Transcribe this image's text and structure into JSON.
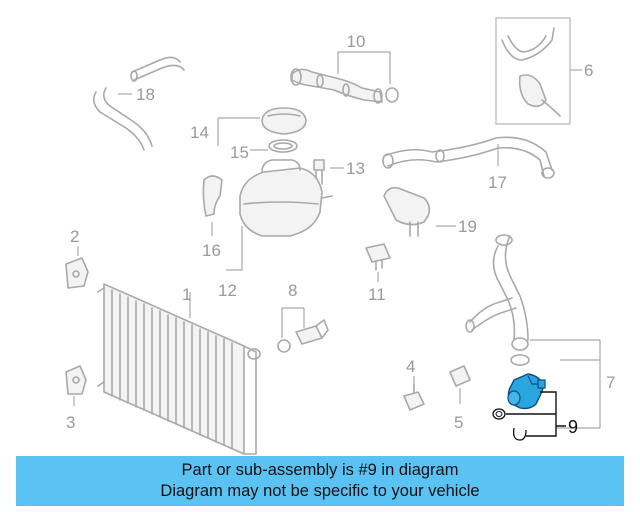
{
  "diagram": {
    "callouts": [
      "1",
      "2",
      "3",
      "4",
      "5",
      "6",
      "7",
      "8",
      "9",
      "10",
      "11",
      "12",
      "13",
      "14",
      "15",
      "16",
      "17",
      "18",
      "19"
    ],
    "highlighted_callout": "9",
    "highlight_color": "#29a6e0",
    "part_color": "#a9a9a9"
  },
  "banner": {
    "line1": "Part or sub-assembly is #9 in diagram",
    "line2": "Diagram may not be specific to your vehicle",
    "background": "#5bc3f3"
  }
}
